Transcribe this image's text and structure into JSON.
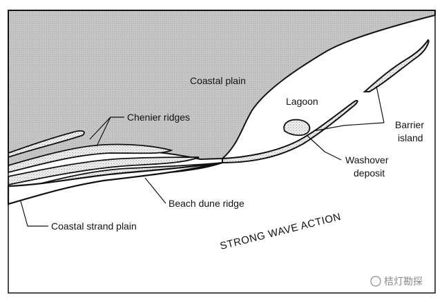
{
  "diagram": {
    "labels": {
      "coastal_plain": "Coastal plain",
      "lagoon": "Lagoon",
      "chenier_ridges": "Chenier ridges",
      "barrier_island_line1": "Barrier",
      "barrier_island_line2": "island",
      "washover_line1": "Washover",
      "washover_line2": "deposit",
      "beach_dune_ridge": "Beach dune ridge",
      "coastal_strand_plain": "Coastal strand plain",
      "strong_wave_action": "STRONG WAVE ACTION"
    },
    "watermark": "桔灯勘探",
    "colors": {
      "land": "#c9c9c9",
      "sea": "#ffffff",
      "line": "#111111",
      "sand": "#efefef"
    }
  }
}
